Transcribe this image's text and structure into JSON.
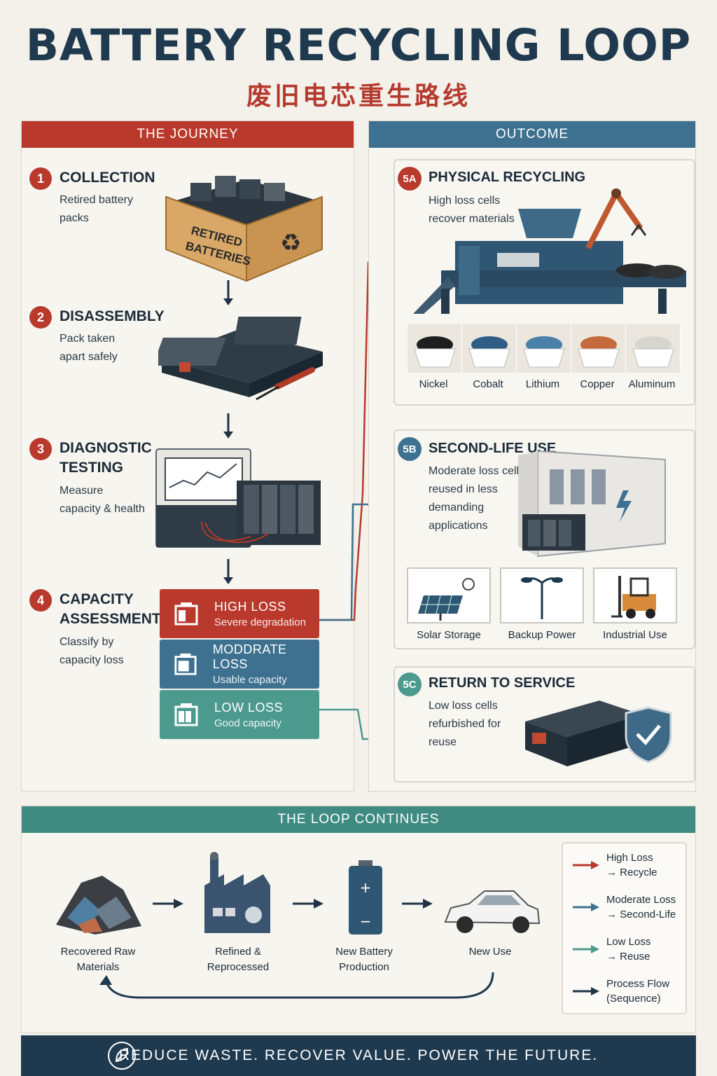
{
  "title": "BATTERY RECYCLING LOOP",
  "subtitle": "废旧电芯重生路线",
  "journey": {
    "header": "THE JOURNEY",
    "steps": [
      {
        "num": "1",
        "title": "COLLECTION",
        "desc": "Retired battery packs",
        "image_label": "RETIRED BATTERIES"
      },
      {
        "num": "2",
        "title": "DISASSEMBLY",
        "desc": "Pack taken apart safely"
      },
      {
        "num": "3",
        "title": "DIAGNOSTIC TESTING",
        "desc": "Measure capacity & health"
      },
      {
        "num": "4",
        "title": "CAPACITY ASSESSMENT",
        "desc": "Classify by capacity loss"
      }
    ],
    "loss_classes": [
      {
        "title": "HIGH LOSS",
        "sub": "Severe degradation",
        "color": "#b9392c"
      },
      {
        "title": "MODDRATE LOSS",
        "sub": "Usable capacity",
        "color": "#3e7190"
      },
      {
        "title": "LOW LOSS",
        "sub": "Good capacity",
        "color": "#4c9a8e"
      }
    ]
  },
  "outcome": {
    "header": "OUTCOME",
    "physical": {
      "badge": "5A",
      "title": "PHYSICAL RECYCLING",
      "desc": "High loss cells recover materials",
      "materials": [
        "Nickel",
        "Cobalt",
        "Lithium",
        "Copper",
        "Aluminum"
      ]
    },
    "second_life": {
      "badge": "5B",
      "title": "SECOND-LIFE USE",
      "desc": "Moderate loss cells reused in less demanding applications",
      "applications": [
        "Solar Storage",
        "Backup Power",
        "Industrial Use"
      ]
    },
    "return_service": {
      "badge": "5C",
      "title": "RETURN TO SERVICE",
      "desc": "Low loss cells refurbished for reuse"
    }
  },
  "loop": {
    "header": "THE LOOP CONTINUES",
    "stages": [
      "Recovered Raw Materials",
      "Refined & Reprocessed",
      "New Battery Production",
      "New Use"
    ]
  },
  "legend": [
    {
      "line1": "High Loss",
      "line2": "→ Recycle",
      "color": "#b9392c",
      "icon": "arrow-red-icon"
    },
    {
      "line1": "Moderate Loss",
      "line2": "→ Second-Life",
      "color": "#3e7190",
      "icon": "arrow-blue-icon"
    },
    {
      "line1": "Low Loss",
      "line2": "→ Reuse",
      "color": "#4c9a8e",
      "icon": "arrow-teal-icon"
    },
    {
      "line1": "Process Flow",
      "line2": "(Sequence)",
      "color": "#1f3344",
      "icon": "arrow-dark-icon"
    }
  ],
  "footer": "REDUCE WASTE. RECOVER VALUE. POWER THE FUTURE."
}
